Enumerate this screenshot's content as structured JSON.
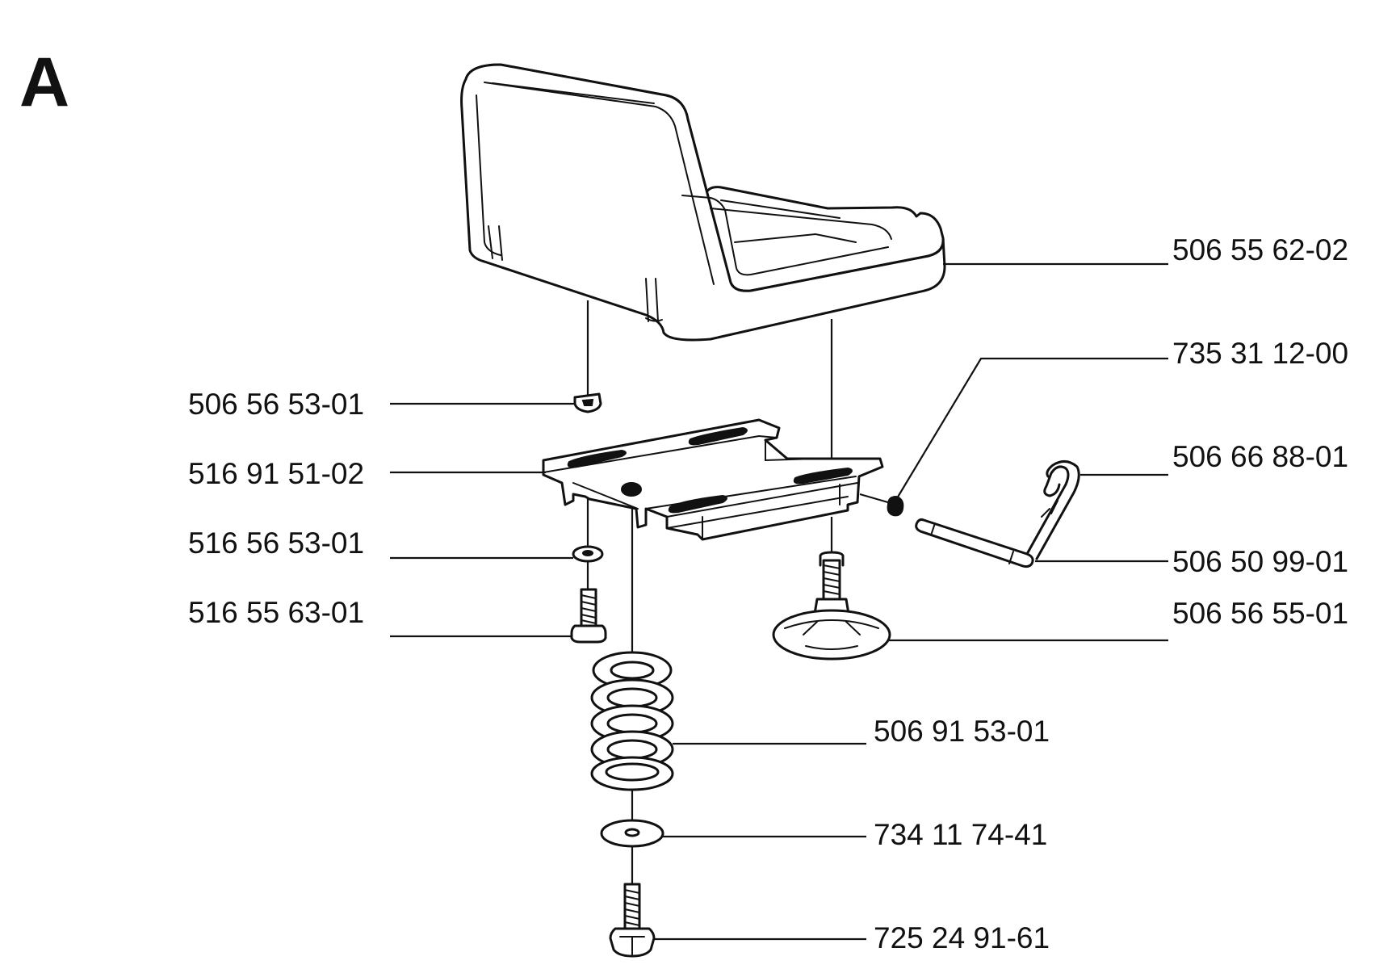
{
  "section_letter": "A",
  "part_numbers": {
    "seat": "506 55 62-02",
    "clip_nut": "735 31 12-00",
    "hairpin_clip": "506 66 88-01",
    "pin": "506 50 99-01",
    "knob": "506 56 55-01",
    "nut_top": "506 56 53-01",
    "bracket": "516 91 51-02",
    "washer_small": "516 56 53-01",
    "screw": "516 55 63-01",
    "spring": "506 91 53-01",
    "washer_large": "734 11 74-41",
    "bolt": "725 24 91-61"
  }
}
